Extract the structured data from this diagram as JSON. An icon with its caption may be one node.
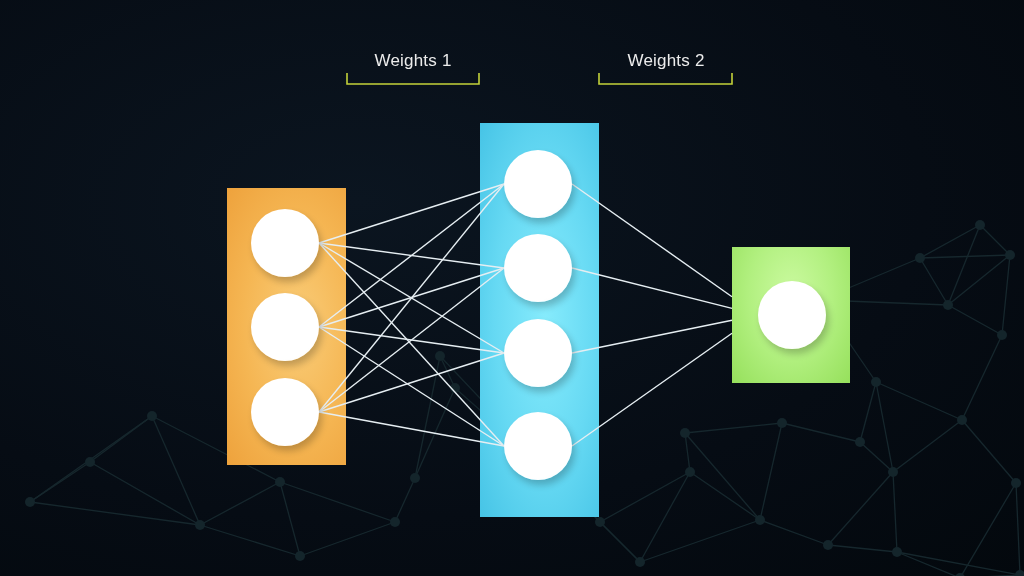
{
  "diagram": {
    "nodes": [
      {
        "text": [],
        "shape": "box"
      },
      {
        "text": [],
        "shape": "circle",
        "in": 0
      },
      {
        "text": [],
        "shape": "circle",
        "in": 0
      },
      {
        "text": [],
        "shape": "circle",
        "in": 0
      },
      {
        "text": [],
        "shape": "box"
      },
      {
        "text": [],
        "shape": "circle",
        "in": 4
      },
      {
        "text": [],
        "shape": "circle",
        "in": 4
      },
      {
        "text": [],
        "shape": "circle",
        "in": 4
      },
      {
        "text": [],
        "shape": "circle",
        "in": 4
      },
      {
        "text": [],
        "shape": "box"
      },
      {
        "text": [],
        "shape": "circle",
        "in": 9
      }
    ],
    "edges": [
      {
        "from": 1,
        "to": 5,
        "arrow": "none"
      },
      {
        "from": 1,
        "to": 6,
        "arrow": "none"
      },
      {
        "from": 1,
        "to": 7,
        "arrow": "none"
      },
      {
        "from": 1,
        "to": 8,
        "arrow": "none"
      },
      {
        "from": 2,
        "to": 5,
        "arrow": "none"
      },
      {
        "from": 2,
        "to": 6,
        "arrow": "none"
      },
      {
        "from": 2,
        "to": 7,
        "arrow": "none"
      },
      {
        "from": 2,
        "to": 8,
        "arrow": "none"
      },
      {
        "from": 3,
        "to": 5,
        "arrow": "none"
      },
      {
        "from": 3,
        "to": 6,
        "arrow": "none"
      },
      {
        "from": 3,
        "to": 7,
        "arrow": "none"
      },
      {
        "from": 3,
        "to": 8,
        "arrow": "none"
      },
      {
        "from": 5,
        "to": 9,
        "arrow": "none"
      },
      {
        "from": 6,
        "to": 9,
        "arrow": "none"
      },
      {
        "from": 7,
        "to": 9,
        "arrow": "none"
      },
      {
        "from": 8,
        "to": 9,
        "arrow": "none"
      }
    ],
    "labels": [
      "Weights 1",
      "Weights 2"
    ]
  }
}
